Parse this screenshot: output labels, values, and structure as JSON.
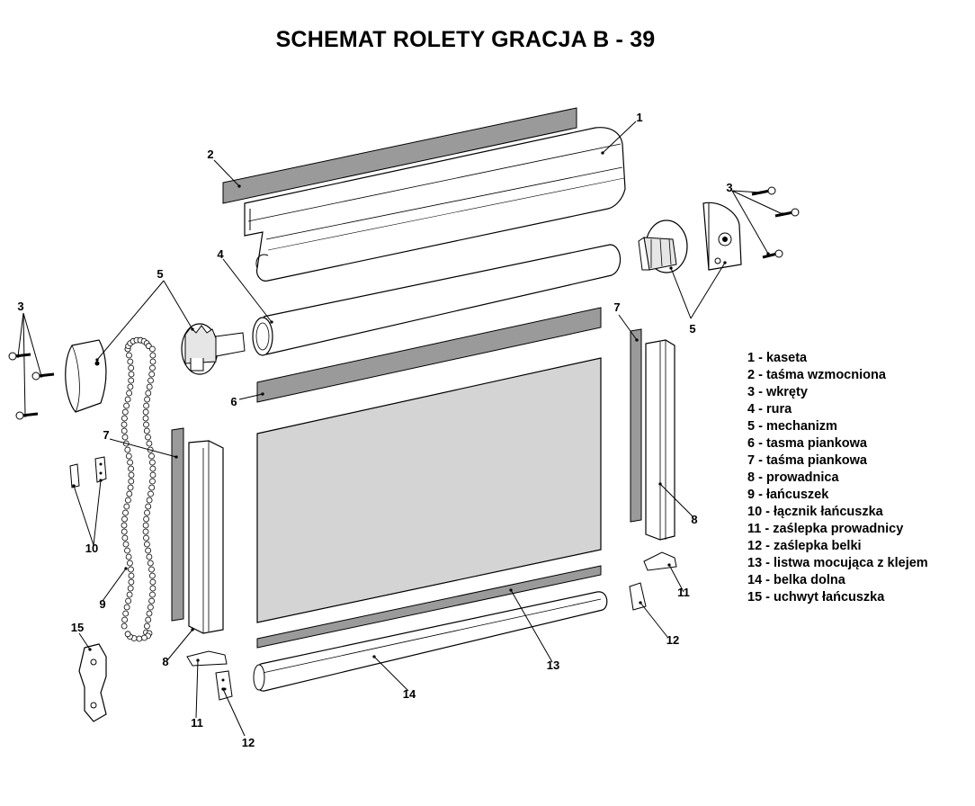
{
  "title": "SCHEMAT ROLETY GRACJA B - 39",
  "legend": [
    "1 - kaseta",
    "2 - taśma wzmocniona",
    "3 - wkręty",
    "4 - rura",
    "5 - mechanizm",
    "6 - tasma piankowa",
    "7 - taśma piankowa",
    "8 - prowadnica",
    "9 - łańcuszek",
    "10 - łącznik łańcuszka",
    "11 - zaślepka prowadnicy",
    "12 - zaślepka belki",
    "13 - listwa mocująca z klejem",
    "14 - belka dolna",
    "15 - uchwyt łańcuszka"
  ],
  "callouts": {
    "c1": "1",
    "c2": "2",
    "c3a": "3",
    "c3b": "3",
    "c4": "4",
    "c5a": "5",
    "c5b": "5",
    "c6": "6",
    "c7a": "7",
    "c7b": "7",
    "c8a": "8",
    "c8b": "8",
    "c9": "9",
    "c10": "10",
    "c11a": "11",
    "c11b": "11",
    "c12a": "12",
    "c12b": "12",
    "c13": "13",
    "c14": "14",
    "c15": "15"
  },
  "colors": {
    "line": "#000000",
    "strip_fill": "#9a9a9a",
    "fabric_fill": "#d4d4d4",
    "part_fill": "#ffffff",
    "part_shade": "#e6e6e6"
  }
}
